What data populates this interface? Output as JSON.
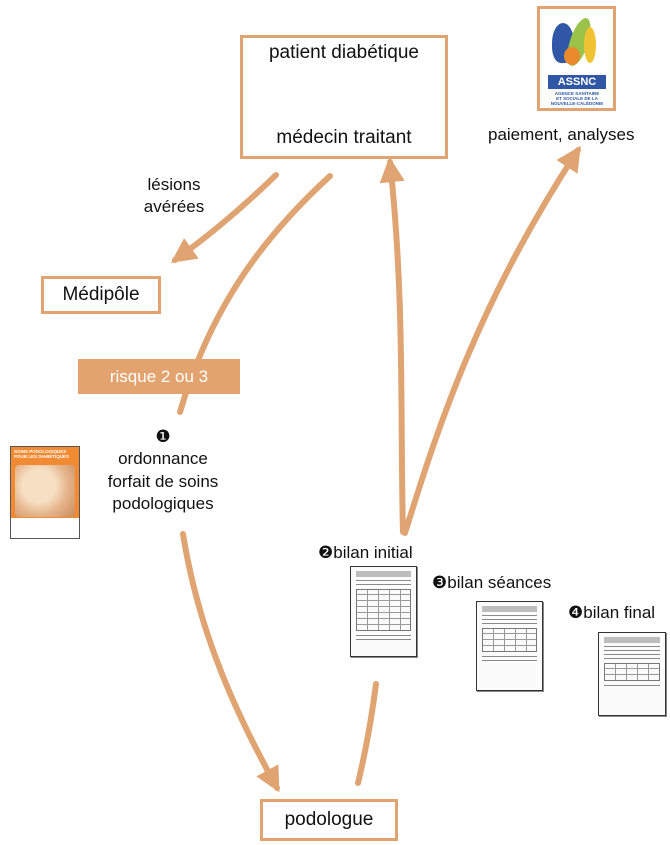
{
  "nodes": {
    "patient": "patient diabétique",
    "medecin": "médecin traitant",
    "medipole": "Médipôle",
    "podologue": "podologue"
  },
  "labels": {
    "lesions_line1": "lésions",
    "lesions_line2": "avérées",
    "risque": "risque 2 ou 3",
    "paiement": "paiement, analyses",
    "ordonnance_num": "❶",
    "ordonnance_line1": "ordonnance",
    "ordonnance_line2": "forfait de soins",
    "ordonnance_line3": "podologiques",
    "bilan_initial_num": "❷",
    "bilan_initial": "bilan initial",
    "bilan_seances_num": "❸",
    "bilan_seances": "bilan séances",
    "bilan_final_num": "❹",
    "bilan_final": "bilan final"
  },
  "logo": {
    "name": "assnc-logo",
    "text": "ASSNC",
    "subtitle_line1": "AGENCE SANITAIRE",
    "subtitle_line2": "ET SOCIALE DE LA",
    "subtitle_line3": "NOUVELLE-CALÉDONIE"
  },
  "brochure": {
    "title_line1": "SOINS PODOLOGIQUES",
    "title_line2": "POUR LES DIABÉTIQUES"
  },
  "colors": {
    "accent": "#e0a472",
    "badge": "#e2a36f",
    "logo_blue": "#2f57a5",
    "logo_green": "#9bc34a"
  }
}
